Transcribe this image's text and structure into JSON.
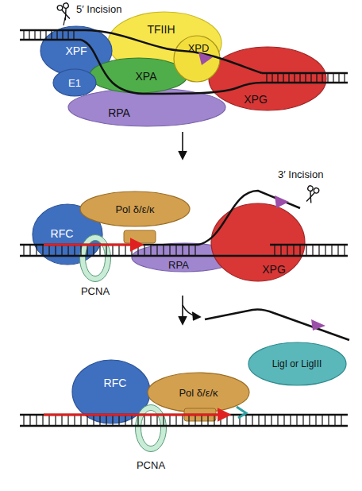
{
  "diagram": {
    "nodes": [
      {
        "text": [
          "XPF"
        ]
      },
      {
        "text": [
          "TFIIH"
        ]
      },
      {
        "text": [
          "XPD"
        ]
      },
      {
        "text": [
          "XPA"
        ]
      },
      {
        "text": [
          "E1"
        ]
      },
      {
        "text": [
          "XPG"
        ]
      },
      {
        "text": [
          "RPA"
        ]
      },
      {
        "text": [
          "Pol δ/ε/κ"
        ]
      },
      {
        "text": [
          "RFC"
        ]
      },
      {
        "text": [
          "PCNA"
        ]
      },
      {
        "text": [
          "RPA"
        ]
      },
      {
        "text": [
          "XPG"
        ]
      },
      {
        "text": [
          "RFC"
        ]
      },
      {
        "text": [
          "Pol δ/ε/κ"
        ]
      },
      {
        "text": [
          "LigI or LigIII"
        ]
      },
      {
        "text": [
          "PCNA"
        ]
      }
    ],
    "labels": [
      "5′ Incision",
      "3′ Incision"
    ]
  }
}
